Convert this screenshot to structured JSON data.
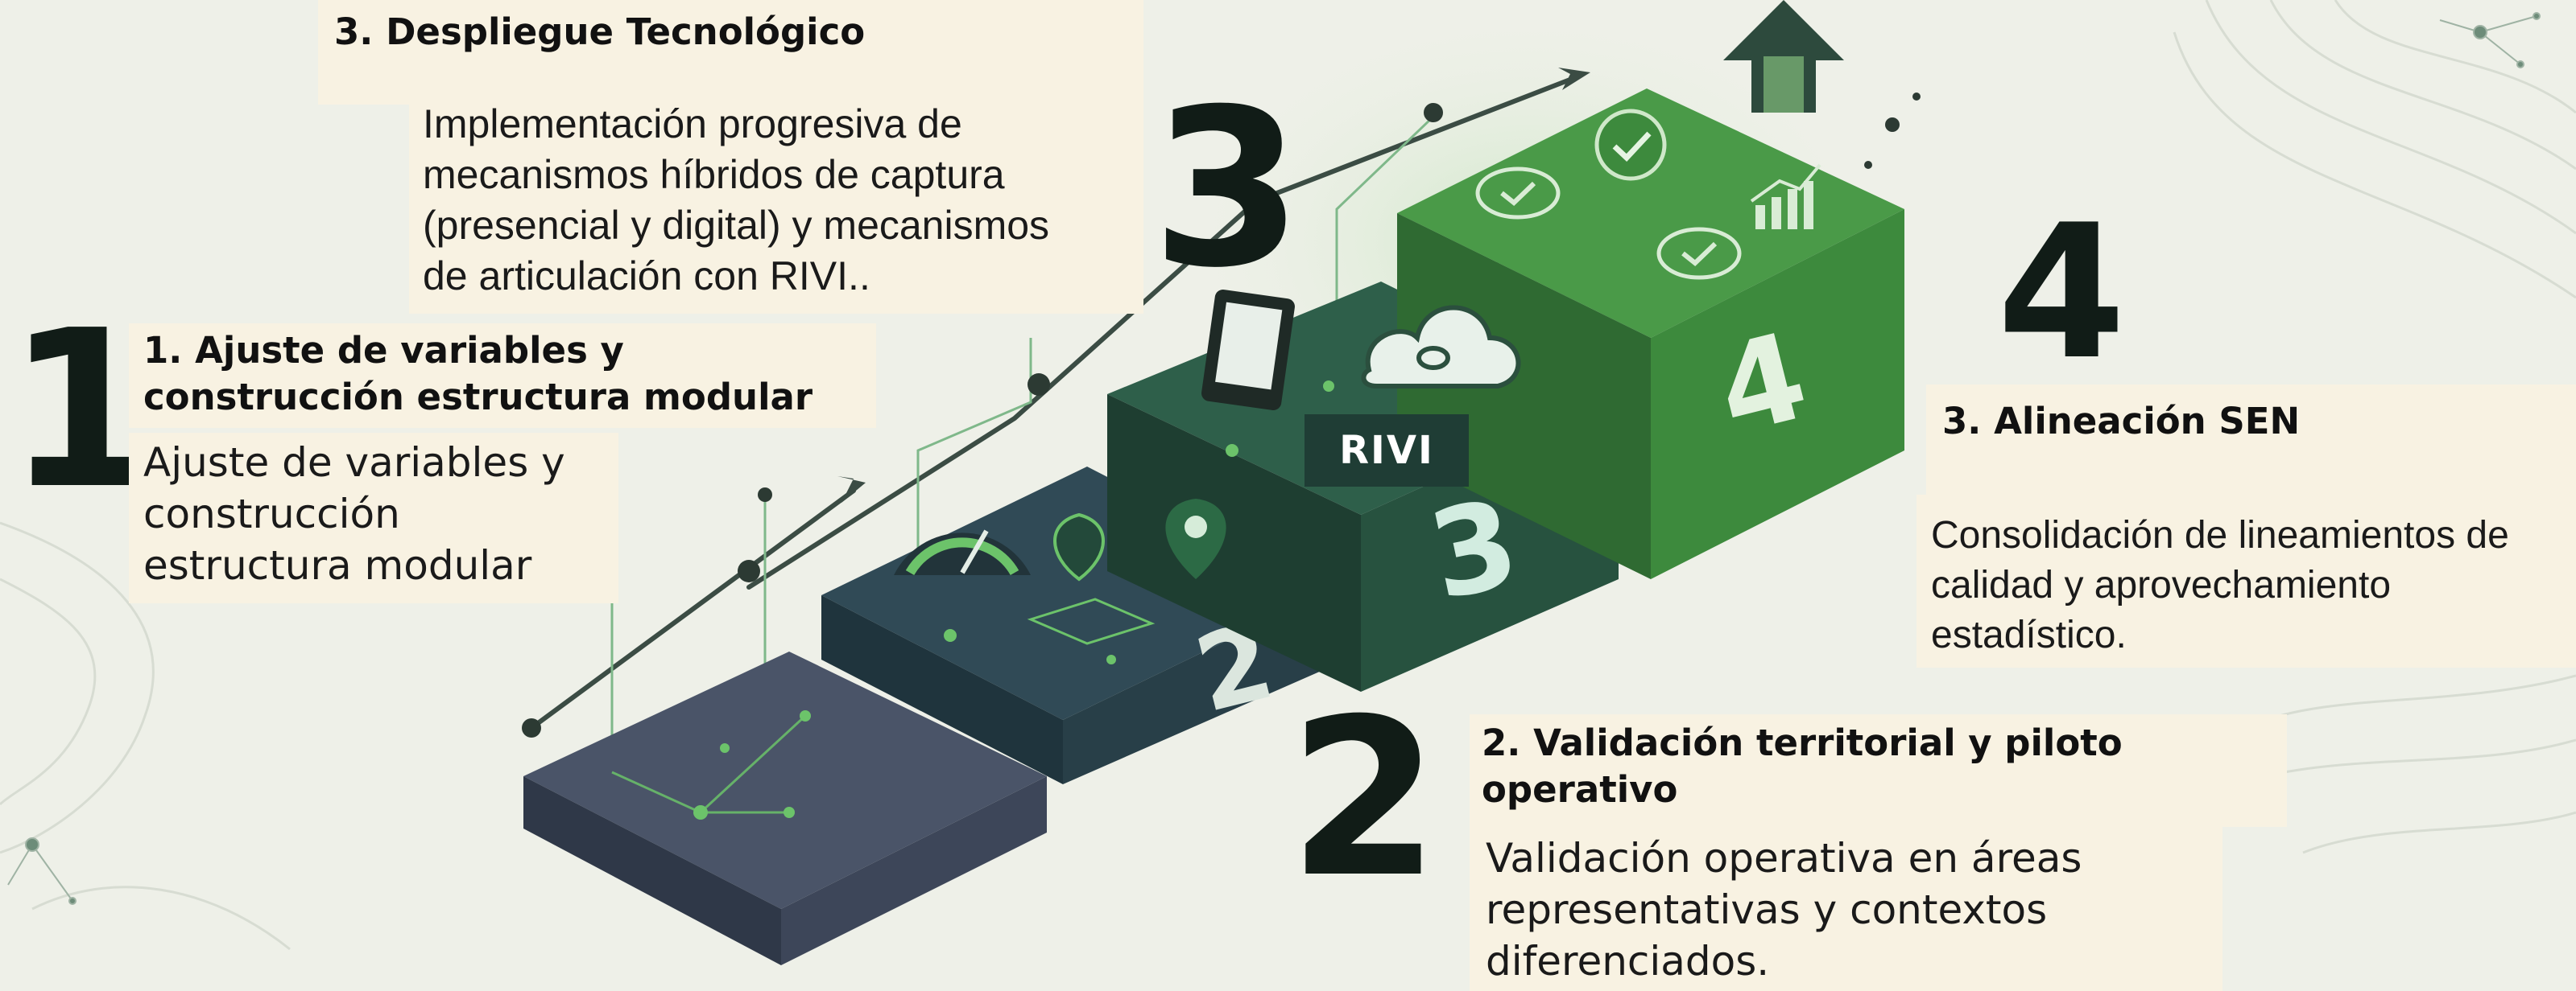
{
  "stages": [
    {
      "number": "1",
      "title_lines": [
        "1. Ajuste de variables y",
        "construcción estructura modular"
      ],
      "body_lines": [
        "Ajuste de variables y",
        "construcción",
        "estructura modular"
      ]
    },
    {
      "number": "2",
      "title_lines": [
        "2. Validación territorial y piloto",
        "operativo"
      ],
      "body_lines": [
        "Validación operativa en áreas",
        "representativas y contextos",
        "diferenciados."
      ]
    },
    {
      "number": "3",
      "title_lines": [
        "3. Despliegue Tecnológico"
      ],
      "body_lines": [
        "Implementación progresiva de",
        "mecanismos híbridos de captura",
        "(presencial y digital) y mecanismos",
        "de articulación con RIVI.."
      ]
    },
    {
      "number": "4",
      "title_lines": [
        "3. Alineación SEN"
      ],
      "body_lines": [
        "Consolidación de lineamientos de",
        "calidad y aprovechamiento",
        "estadístico."
      ]
    }
  ],
  "rivi_label": "RIVI",
  "step_numbers": [
    "2",
    "3",
    "4"
  ],
  "icons": [
    "gauge-icon",
    "map-pin-icon",
    "location-pin-icon",
    "tablet-icon",
    "cloud-link-icon",
    "badge-check-icon",
    "check-circle-icon",
    "bar-chart-icon",
    "arrow-up-icon"
  ],
  "colors": {
    "background": "#eef0e8",
    "card": "#f8f2e2",
    "text_dark": "#111c17",
    "step1": "#3d4a5e",
    "step2": "#2c4550",
    "step3": "#2a5a45",
    "step4": "#3f8c3e",
    "accent_green": "#6cc36a",
    "rivi_bg": "#1f3d35"
  }
}
